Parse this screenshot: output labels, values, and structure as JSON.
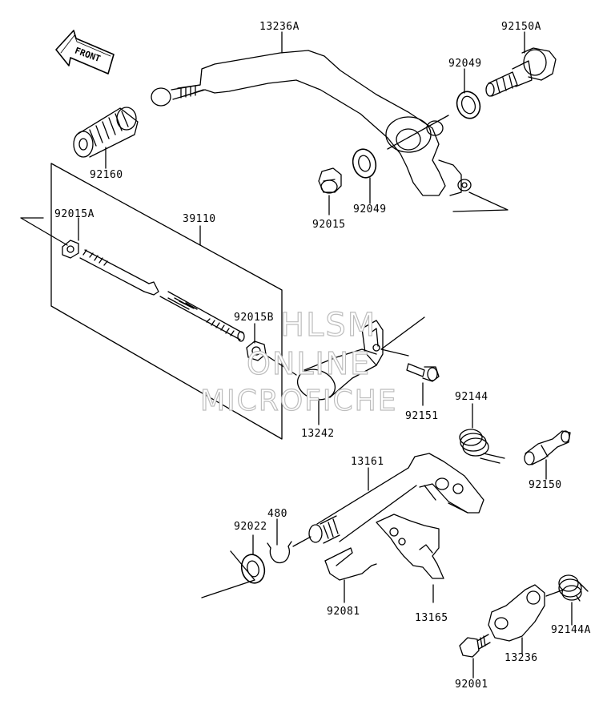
{
  "front_label": "FRONT",
  "watermark": {
    "line1": "HLSM",
    "line2": "ONLINE",
    "line3": "MICROFICHE"
  },
  "parts": [
    {
      "key": "p13236a",
      "text": "13236A"
    },
    {
      "key": "p92150a",
      "text": "92150A"
    },
    {
      "key": "p92049a",
      "text": "92049"
    },
    {
      "key": "p92160",
      "text": "92160"
    },
    {
      "key": "p92049b",
      "text": "92049"
    },
    {
      "key": "p92015",
      "text": "92015"
    },
    {
      "key": "p92015a",
      "text": "92015A"
    },
    {
      "key": "p39110",
      "text": "39110"
    },
    {
      "key": "p92015b",
      "text": "92015B"
    },
    {
      "key": "p92151",
      "text": "92151"
    },
    {
      "key": "p13242",
      "text": "13242"
    },
    {
      "key": "p92144",
      "text": "92144"
    },
    {
      "key": "p13161",
      "text": "13161"
    },
    {
      "key": "p92150",
      "text": "92150"
    },
    {
      "key": "p480",
      "text": "480"
    },
    {
      "key": "p92022",
      "text": "92022"
    },
    {
      "key": "p92081",
      "text": "92081"
    },
    {
      "key": "p13165",
      "text": "13165"
    },
    {
      "key": "p92144a",
      "text": "92144A"
    },
    {
      "key": "p13236",
      "text": "13236"
    },
    {
      "key": "p92001",
      "text": "92001"
    }
  ]
}
